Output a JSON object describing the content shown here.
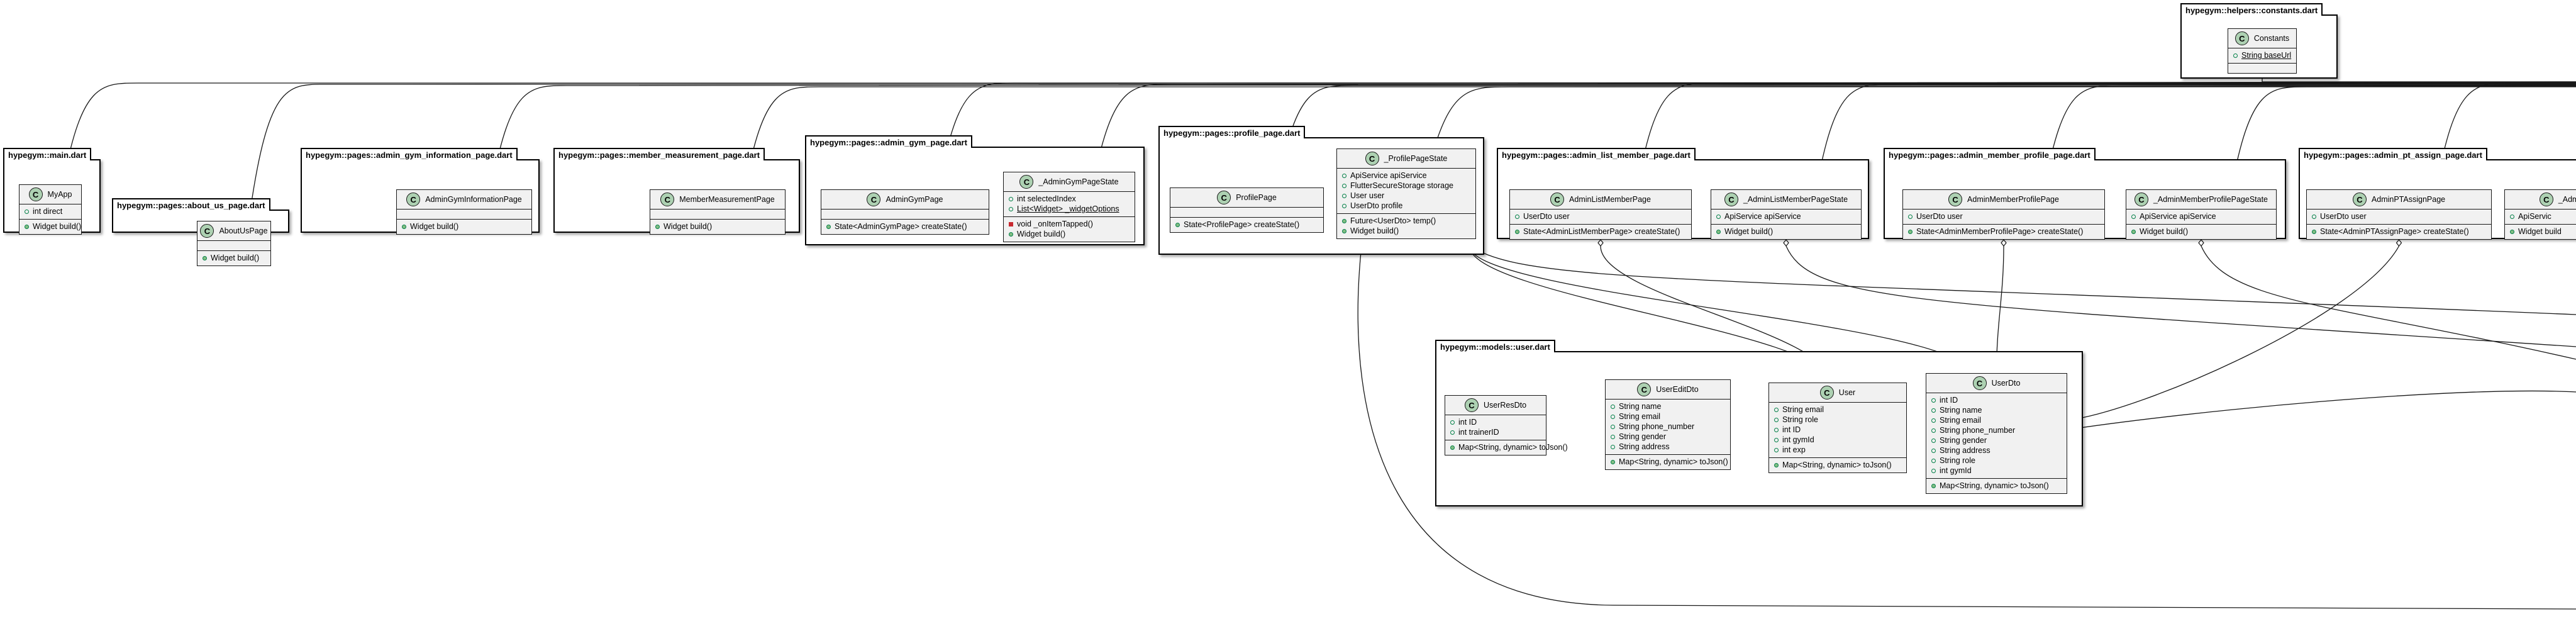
{
  "diagram": {
    "packages": [
      {
        "id": "constants",
        "name": "hypegym::helpers::constants.dart",
        "classes": [
          {
            "name": "Constants",
            "fields": [
              {
                "text": "String baseUrl",
                "vis": "pub",
                "static": true
              }
            ],
            "methods": []
          }
        ]
      },
      {
        "id": "main",
        "name": "hypegym::main.dart",
        "classes": [
          {
            "name": "MyApp",
            "fields": [
              {
                "text": "int direct",
                "vis": "pub"
              }
            ],
            "methods": [
              {
                "text": "Widget build()",
                "vis": "pub"
              }
            ]
          }
        ]
      },
      {
        "id": "about",
        "name": "hypegym::pages::about_us_page.dart",
        "classes": [
          {
            "name": "AboutUsPage",
            "fields": [],
            "methods": [
              {
                "text": "Widget build()",
                "vis": "pub"
              }
            ]
          }
        ]
      },
      {
        "id": "gyminfo",
        "name": "hypegym::pages::admin_gym_information_page.dart",
        "classes": [
          {
            "name": "AdminGymInformationPage",
            "fields": [],
            "methods": [
              {
                "text": "Widget build()",
                "vis": "pub"
              }
            ]
          }
        ]
      },
      {
        "id": "measure",
        "name": "hypegym::pages::member_measurement_page.dart",
        "classes": [
          {
            "name": "MemberMeasurementPage",
            "fields": [],
            "methods": [
              {
                "text": "Widget build()",
                "vis": "pub"
              }
            ]
          }
        ]
      },
      {
        "id": "admingym",
        "name": "hypegym::pages::admin_gym_page.dart",
        "classes": [
          {
            "name": "AdminGymPage",
            "fields": [],
            "methods": [
              {
                "text": "State<AdminGymPage> createState()",
                "vis": "pub"
              }
            ]
          },
          {
            "name": "_AdminGymPageState",
            "fields": [
              {
                "text": "int selectedIndex",
                "vis": "pub"
              },
              {
                "text": "List<Widget> _widgetOptions",
                "vis": "pub",
                "static": true
              }
            ],
            "methods": [
              {
                "text": "void _onItemTapped()",
                "vis": "priv"
              },
              {
                "text": "Widget build()",
                "vis": "pub"
              }
            ]
          }
        ]
      },
      {
        "id": "profile",
        "name": "hypegym::pages::profile_page.dart",
        "classes": [
          {
            "name": "ProfilePage",
            "fields": [],
            "methods": [
              {
                "text": "State<ProfilePage> createState()",
                "vis": "pub"
              }
            ]
          },
          {
            "name": "_ProfilePageState",
            "fields": [
              {
                "text": "ApiService apiService",
                "vis": "pub"
              },
              {
                "text": "FlutterSecureStorage storage",
                "vis": "pub"
              },
              {
                "text": "User user",
                "vis": "pub"
              },
              {
                "text": "UserDto profile",
                "vis": "pub"
              }
            ],
            "methods": [
              {
                "text": "Future<UserDto> temp()",
                "vis": "pub"
              },
              {
                "text": "Widget build()",
                "vis": "pub"
              }
            ]
          }
        ]
      },
      {
        "id": "listmember",
        "name": "hypegym::pages::admin_list_member_page.dart",
        "classes": [
          {
            "name": "AdminListMemberPage",
            "fields": [
              {
                "text": "UserDto user",
                "vis": "pub"
              }
            ],
            "methods": [
              {
                "text": "State<AdminListMemberPage> createState()",
                "vis": "pub"
              }
            ]
          },
          {
            "name": "_AdminListMemberPageState",
            "fields": [
              {
                "text": "ApiService apiService",
                "vis": "pub"
              }
            ],
            "methods": [
              {
                "text": "Widget build()",
                "vis": "pub"
              }
            ]
          }
        ]
      },
      {
        "id": "memberprofile",
        "name": "hypegym::pages::admin_member_profile_page.dart",
        "classes": [
          {
            "name": "AdminMemberProfilePage",
            "fields": [
              {
                "text": "UserDto user",
                "vis": "pub"
              }
            ],
            "methods": [
              {
                "text": "State<AdminMemberProfilePage> createState()",
                "vis": "pub"
              }
            ]
          },
          {
            "name": "_AdminMemberProfilePageState",
            "fields": [
              {
                "text": "ApiService apiService",
                "vis": "pub"
              }
            ],
            "methods": [
              {
                "text": "Widget build()",
                "vis": "pub"
              }
            ]
          }
        ]
      },
      {
        "id": "ptassign",
        "name": "hypegym::pages::admin_pt_assign_page.dart",
        "classes": [
          {
            "name": "AdminPTAssignPage",
            "fields": [
              {
                "text": "UserDto user",
                "vis": "pub"
              }
            ],
            "methods": [
              {
                "text": "State<AdminPTAssignPage> createState()",
                "vis": "pub"
              }
            ]
          },
          {
            "name": "_AdminPT",
            "fields": [
              {
                "text": "ApiServic",
                "vis": "pub"
              }
            ],
            "methods": [
              {
                "text": "Widget build",
                "vis": "pub"
              }
            ]
          }
        ]
      },
      {
        "id": "user",
        "name": "hypegym::models::user.dart",
        "classes": [
          {
            "name": "UserResDto",
            "fields": [
              {
                "text": "int ID",
                "vis": "pub"
              },
              {
                "text": "int trainerID",
                "vis": "pub"
              }
            ],
            "methods": [
              {
                "text": "Map<String, dynamic> toJson()",
                "vis": "pub"
              }
            ]
          },
          {
            "name": "UserEditDto",
            "fields": [
              {
                "text": "String name",
                "vis": "pub"
              },
              {
                "text": "String email",
                "vis": "pub"
              },
              {
                "text": "String phone_number",
                "vis": "pub"
              },
              {
                "text": "String gender",
                "vis": "pub"
              },
              {
                "text": "String address",
                "vis": "pub"
              }
            ],
            "methods": [
              {
                "text": "Map<String, dynamic> toJson()",
                "vis": "pub"
              }
            ]
          },
          {
            "name": "User",
            "fields": [
              {
                "text": "String email",
                "vis": "pub"
              },
              {
                "text": "String role",
                "vis": "pub"
              },
              {
                "text": "int ID",
                "vis": "pub"
              },
              {
                "text": "int gymId",
                "vis": "pub"
              },
              {
                "text": "int exp",
                "vis": "pub"
              }
            ],
            "methods": [
              {
                "text": "Map<String, dynamic> toJson()",
                "vis": "pub"
              }
            ]
          },
          {
            "name": "UserDto",
            "fields": [
              {
                "text": "int ID",
                "vis": "pub"
              },
              {
                "text": "String name",
                "vis": "pub"
              },
              {
                "text": "String email",
                "vis": "pub"
              },
              {
                "text": "String phone_number",
                "vis": "pub"
              },
              {
                "text": "String gender",
                "vis": "pub"
              },
              {
                "text": "String address",
                "vis": "pub"
              },
              {
                "text": "String role",
                "vis": "pub"
              },
              {
                "text": "int gymId",
                "vis": "pub"
              }
            ],
            "methods": [
              {
                "text": "Map<String, dynamic> toJson()",
                "vis": "pub"
              }
            ]
          }
        ]
      }
    ],
    "colors": {
      "class_fill": "#f1f1f1",
      "class_icon": "#add1b2",
      "public_member": "#84be84",
      "private_member": "#c82930",
      "line": "#181818"
    }
  }
}
